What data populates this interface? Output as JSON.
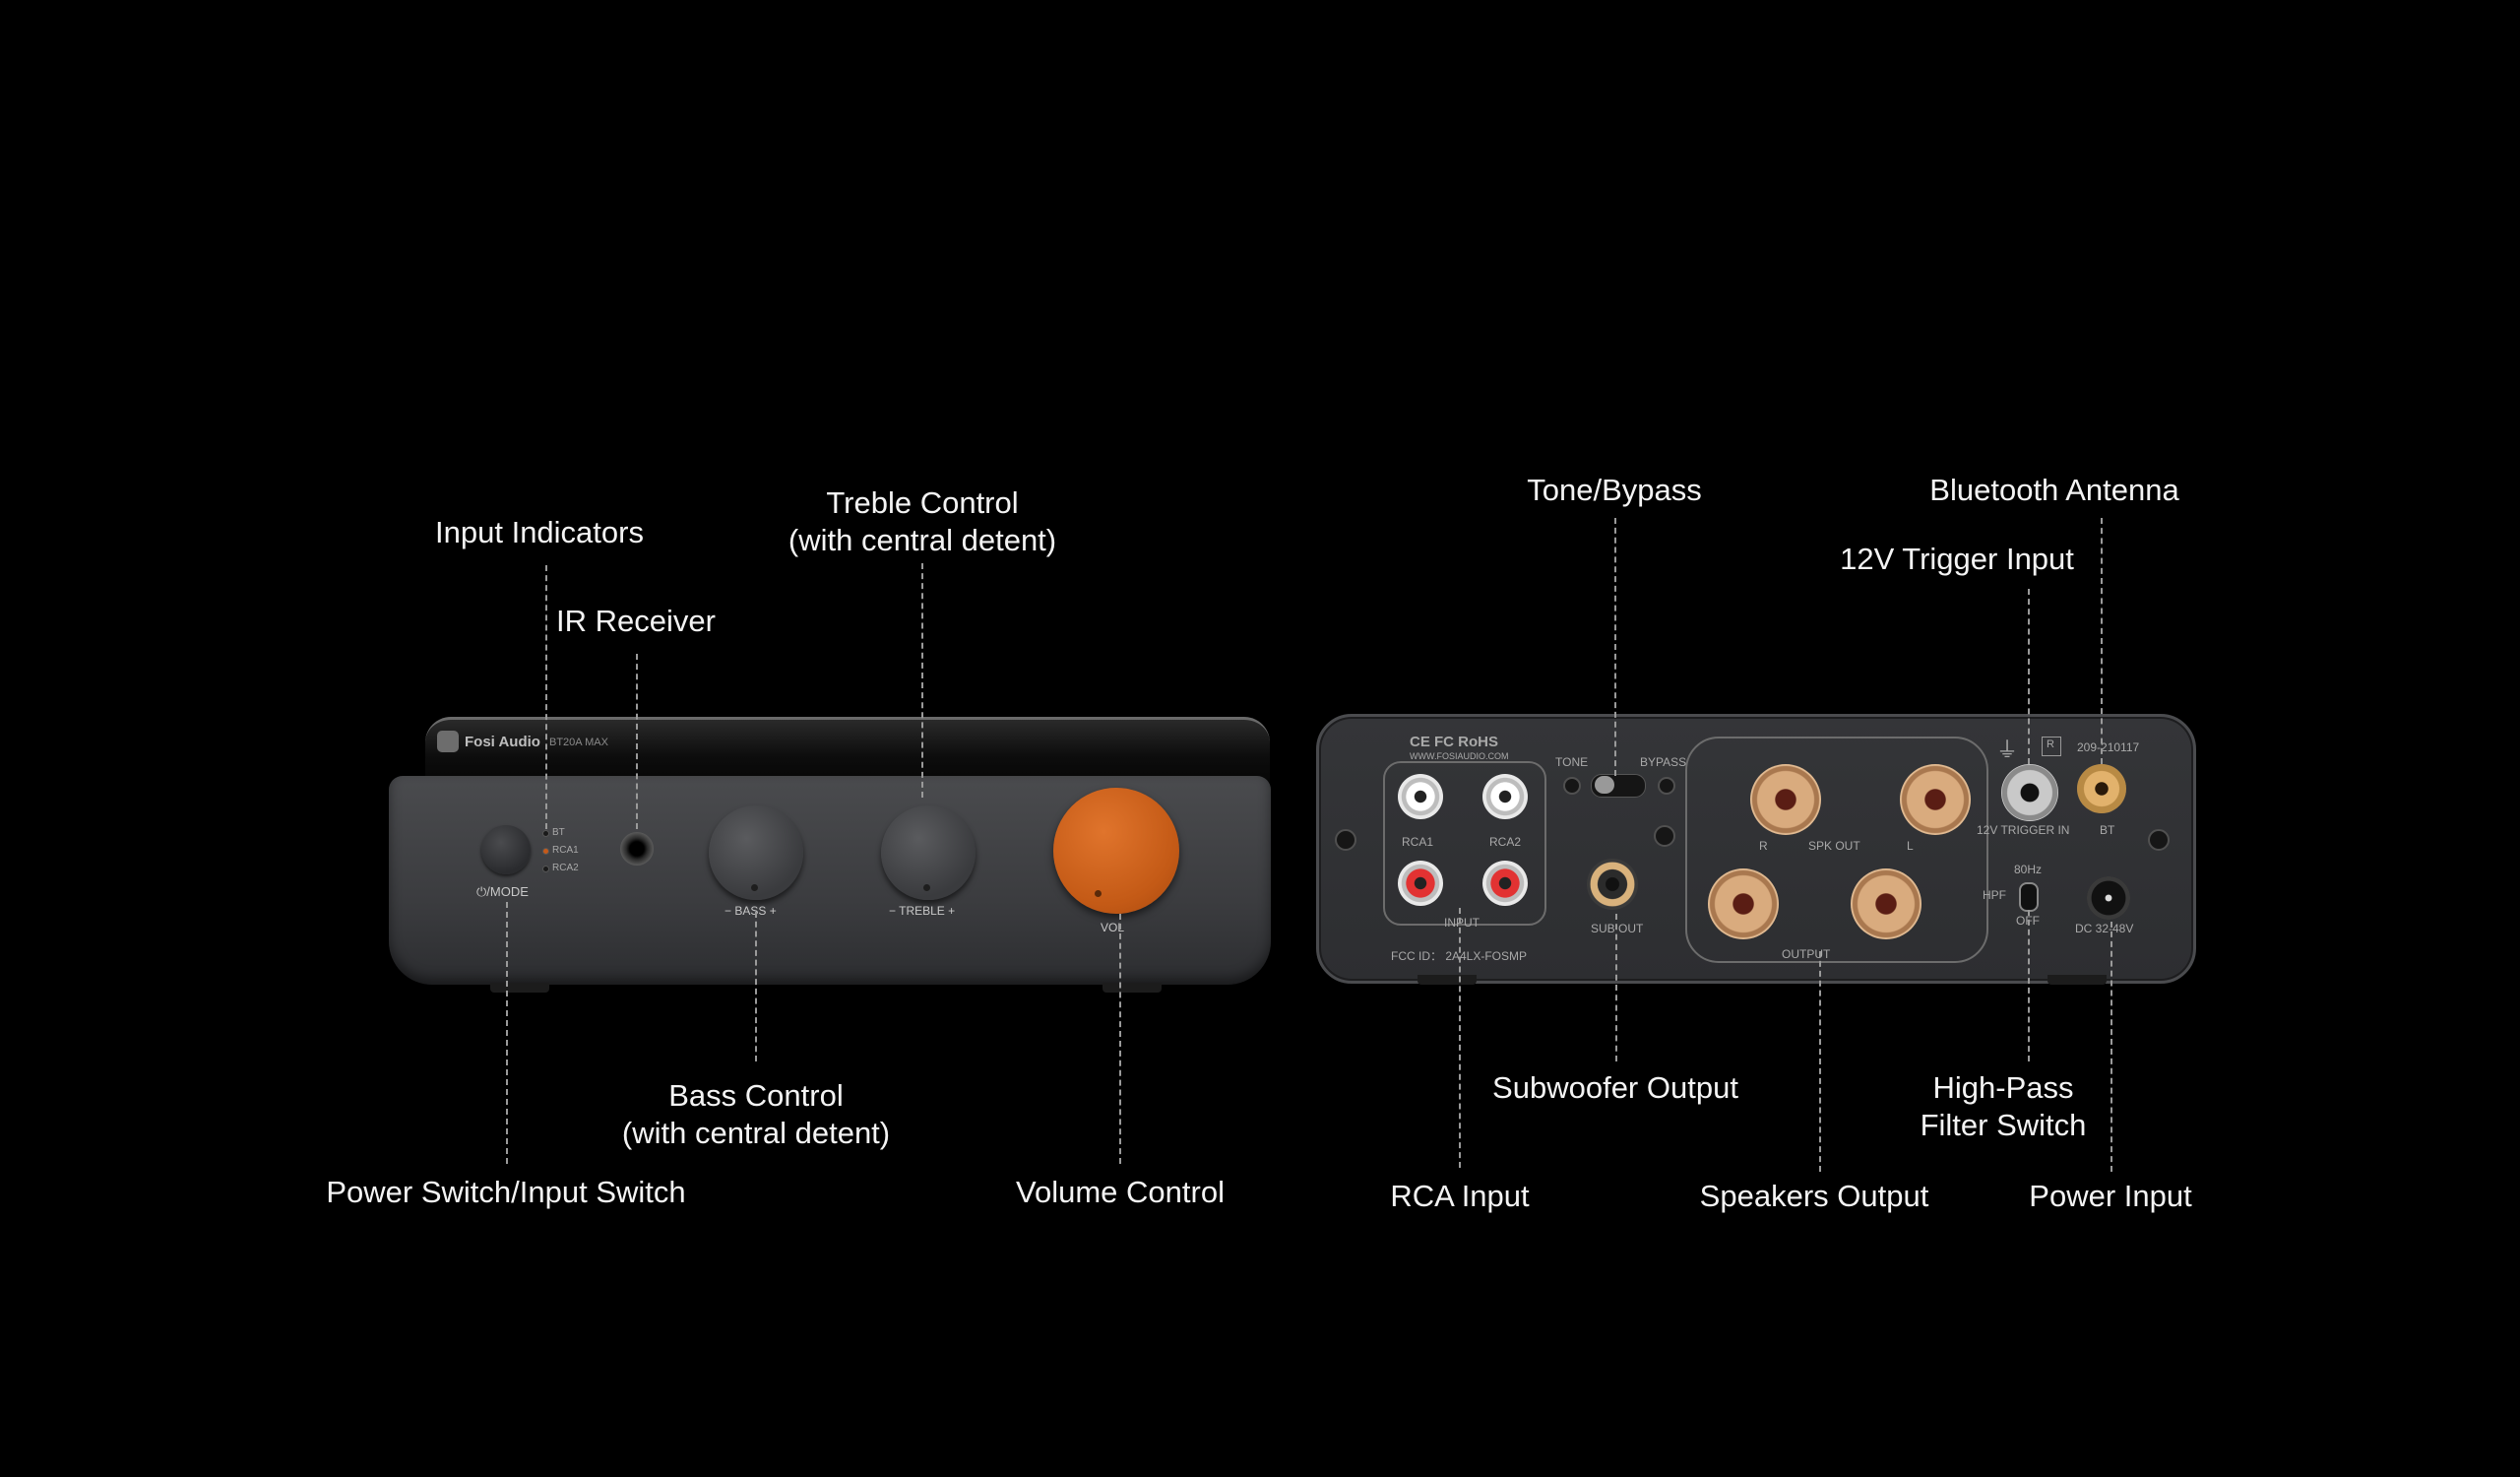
{
  "front": {
    "brand": "Fosi Audio",
    "model": "BT20A MAX",
    "mode_label": "⏻/MODE",
    "led_labels": [
      "BT",
      "RCA1",
      "RCA2"
    ],
    "bass_label": "− BASS +",
    "treble_label": "− TREBLE +",
    "volume_label": "VOL"
  },
  "rear": {
    "cert_marks": "CE FC RoHS",
    "website": "WWW.FOSIAUDIO.COM",
    "tone_label": "TONE",
    "bypass_label": "BYPASS",
    "rca1_label": "RCA1",
    "rca2_label": "RCA2",
    "input_label": "INPUT",
    "sub_out_label": "SUB OUT",
    "spk_out_label": "SPK OUT",
    "r_label": "R",
    "l_label": "L",
    "output_label": "OUTPUT",
    "trigger_label": "12V TRIGGER IN",
    "bt_label": "BT",
    "hpf_80hz": "80Hz",
    "hpf_label": "HPF",
    "hpf_off": "OFF",
    "dc_label": "DC 32-48V",
    "fcc_id": "FCC ID： 2A4LX-FOSMP",
    "cert_id": "209-210117",
    "cert_r": "R"
  },
  "callouts": {
    "input_indicators": "Input Indicators",
    "ir_receiver": "IR Receiver",
    "treble_control_1": "Treble Control",
    "treble_control_2": "(with central detent)",
    "bass_control_1": "Bass Control",
    "bass_control_2": "(with central detent)",
    "power_switch": "Power Switch/Input Switch",
    "volume_control": "Volume Control",
    "tone_bypass": "Tone/Bypass",
    "bluetooth_antenna": "Bluetooth Antenna",
    "trigger_input": "12V Trigger Input",
    "subwoofer_output": "Subwoofer Output",
    "high_pass_1": "High-Pass",
    "high_pass_2": "Filter Switch",
    "rca_input": "RCA Input",
    "speakers_output": "Speakers Output",
    "power_input": "Power Input"
  },
  "colors": {
    "background": "#000000",
    "volume_knob": "#d0641f",
    "chassis": "#3b3c3f"
  }
}
